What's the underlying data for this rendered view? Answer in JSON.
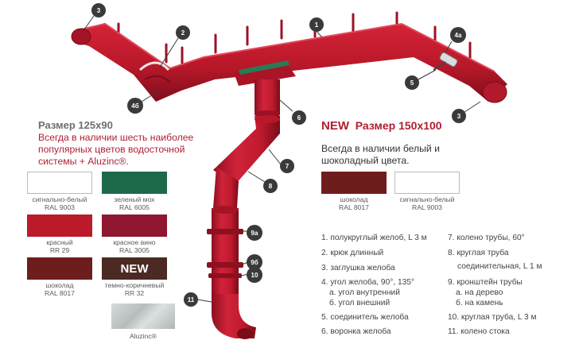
{
  "callouts": [
    "3",
    "2",
    "1",
    "4а",
    "5",
    "3",
    "4б",
    "6",
    "7",
    "8",
    "9а",
    "9б",
    "10",
    "11"
  ],
  "left_panel": {
    "heading": "Размер 125x90",
    "availability": "Всегда в наличии шесть наиболее популярных цветов водосточной системы + Aluzinc®.",
    "swatches": [
      {
        "name": "сигнально-белый",
        "code": "RAL 9003",
        "color": "#ffffff"
      },
      {
        "name": "зеленый мох",
        "code": "RAL 6005",
        "color": "#1d6a4b"
      },
      {
        "name": "красный",
        "code": "RR 29",
        "color": "#bb1a2a"
      },
      {
        "name": "красное вино",
        "code": "RAL 3005",
        "color": "#8f1730"
      },
      {
        "name": "шоколад",
        "code": "RAL 8017",
        "color": "#6e1d1d"
      },
      {
        "name": "темно-коричневый",
        "code": "RR 32",
        "color": "#4a2a22",
        "badge": "NEW"
      },
      {
        "name": "Aluzinc®",
        "code": "",
        "color": "#c7cccc"
      }
    ]
  },
  "right_panel": {
    "new_label": "NEW",
    "heading": "Размер 150x100",
    "availability": "Всегда в наличии белый и шоколадный цвета.",
    "swatches": [
      {
        "name": "шоколад",
        "code": "RAL 8017",
        "color": "#6e1d1d"
      },
      {
        "name": "сигнально-белый",
        "code": "RAL 9003",
        "color": "#ffffff"
      }
    ]
  },
  "legend": [
    "1. полукруглый желоб, L 3 м",
    "2. крюк длинный",
    "3. заглушка желоба",
    "4. угол желоба, 90°, 135°",
    "а. угол внутренний",
    "б. угол внешний",
    "5. соединитель желоба",
    "6. воронка желоба",
    "7. колено трубы, 60°",
    "8. круглая труба",
    "соединительная, L 1 м",
    "9. кронштейн трубы",
    "а. на дерево",
    "б. на камень",
    "10. круглая труба, L 3 м",
    "11. колено стока"
  ],
  "colors": {
    "gutter": "#c01a2e",
    "gutter_dark": "#8d1020",
    "accent_red": "#b01f31",
    "callout": "#3a3a3a"
  }
}
